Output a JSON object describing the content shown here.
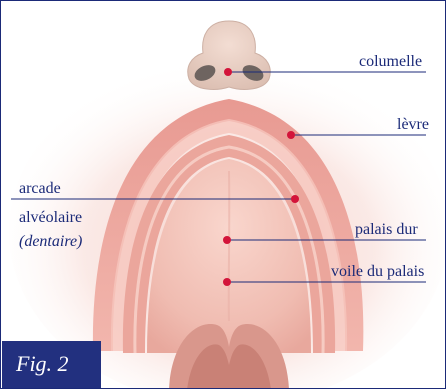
{
  "labels": {
    "columelle": "columelle",
    "levre": "lèvre",
    "arcade_line1": "arcade",
    "arcade_line2": "alvéolaire",
    "arcade_line3": "(dentaire)",
    "palais_dur": "palais dur",
    "voile_du_palais": "voile du palais"
  },
  "figure_label": "Fig. 2",
  "colors": {
    "label_text": "#1b2a78",
    "leader_line": "#1b2a78",
    "marker_dot": "#d3143a",
    "fig_box": "#22307f",
    "frame_border": "#1b2a78"
  }
}
